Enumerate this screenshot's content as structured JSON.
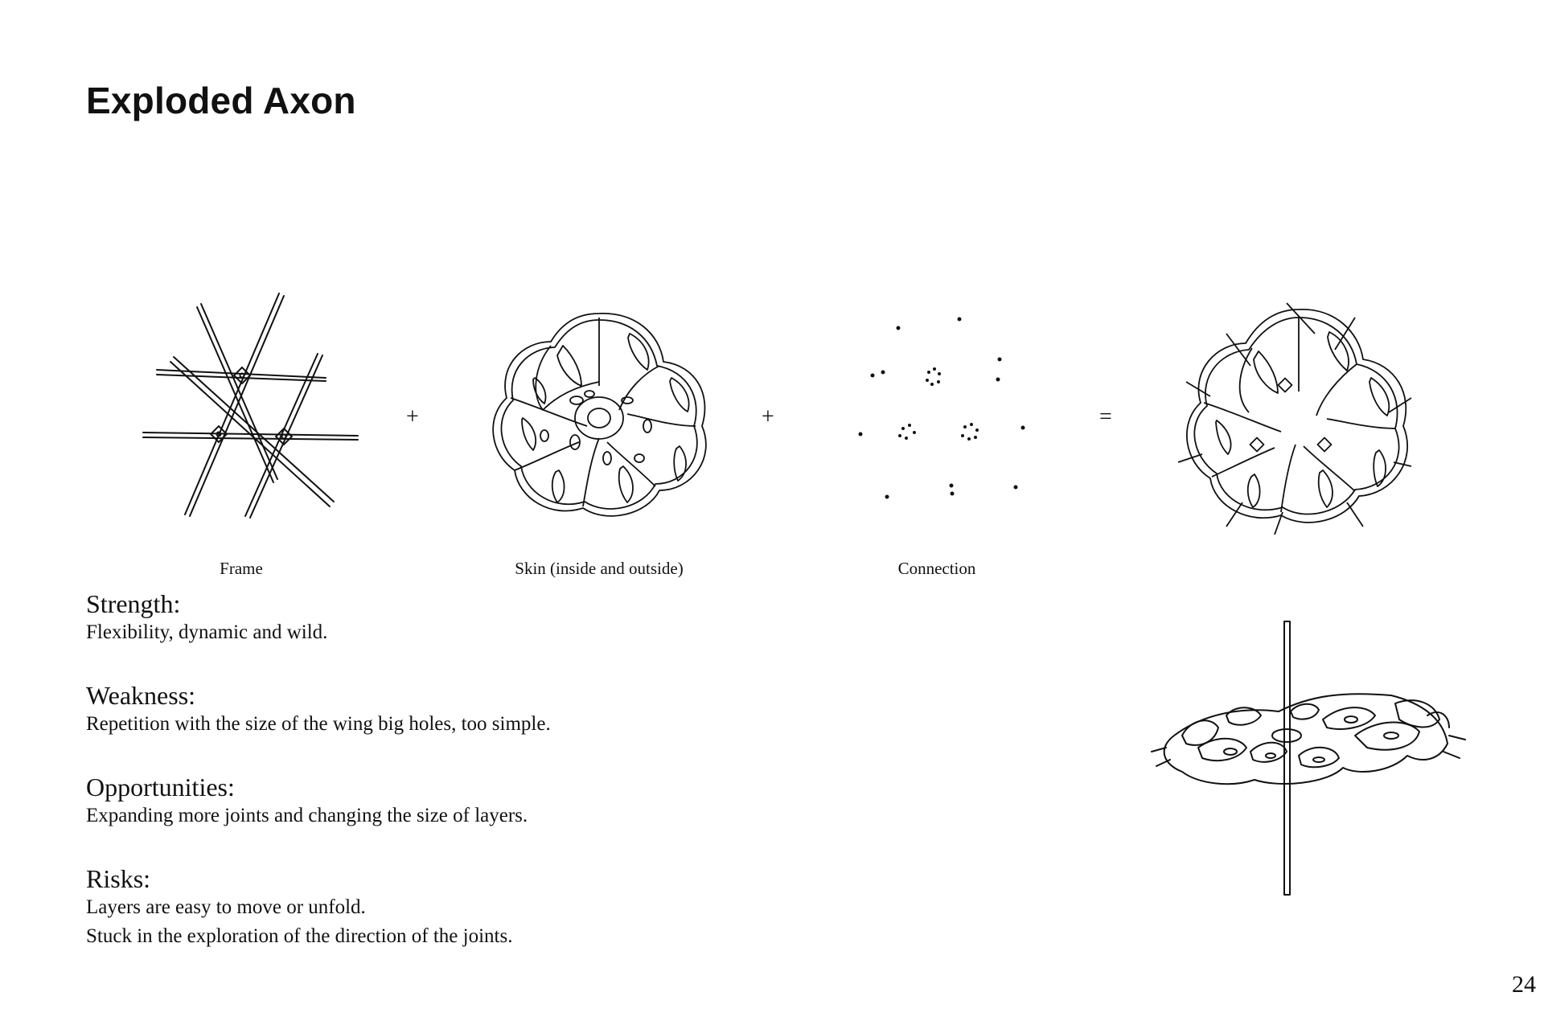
{
  "page": {
    "title": "Exploded Axon",
    "page_number": "24"
  },
  "diagram": {
    "operators": [
      "+",
      "+",
      "="
    ],
    "captions": {
      "frame": "Frame",
      "skin": "Skin (inside and outside)",
      "connection": "Connection"
    }
  },
  "swot": [
    {
      "heading": "Strength:",
      "lines": [
        "Flexibility, dynamic and wild."
      ]
    },
    {
      "heading": "Weakness:",
      "lines": [
        "Repetition with the size of the wing big holes, too simple."
      ]
    },
    {
      "heading": "Opportunities:",
      "lines": [
        "Expanding more joints and changing the size of layers."
      ]
    },
    {
      "heading": "Risks:",
      "lines": [
        "Layers are easy to move or unfold.",
        "Stuck in the exploration of the direction of the joints."
      ]
    }
  ]
}
